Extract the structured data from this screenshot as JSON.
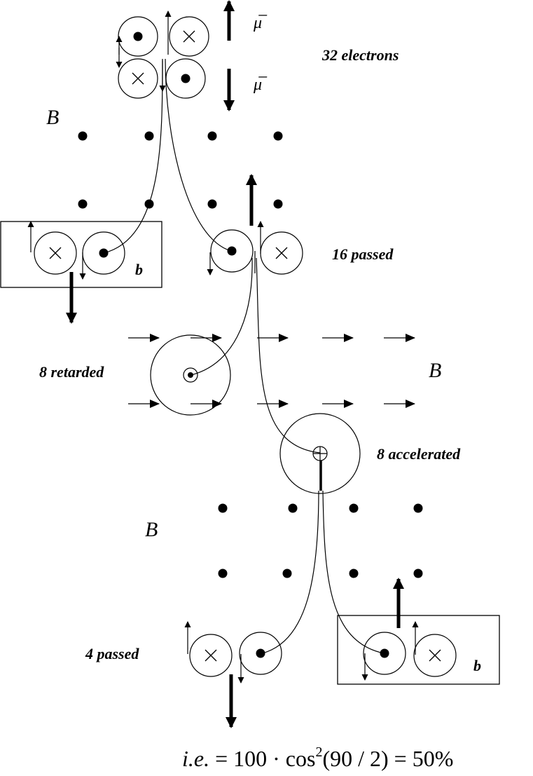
{
  "labels": {
    "count_initial": "32 electrons",
    "count_passed_first": "16 passed",
    "retarded": "8 retarded",
    "accelerated": "8 accelerated",
    "count_passed_final": "4 passed",
    "field_symbol": "B",
    "box_label": "b",
    "moment_symbol": "μ̅"
  },
  "formula": {
    "prefix": "i.e.",
    "body": " = 100 · cos",
    "exponent": "2",
    "suffix": "(90 / 2) = 50%"
  }
}
